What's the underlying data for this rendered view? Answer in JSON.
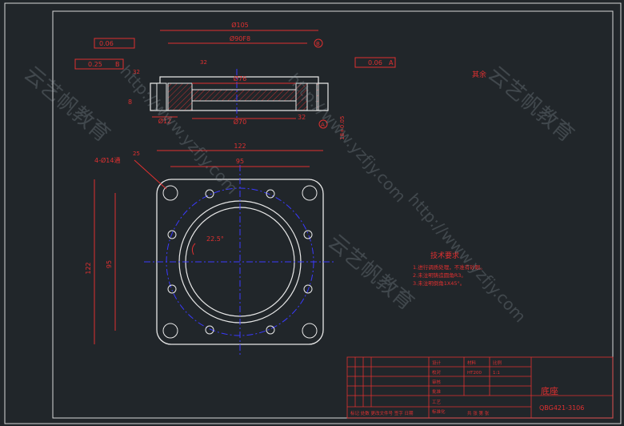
{
  "colors": {
    "background": "#21262a",
    "outline": "#e8e8e8",
    "dimension": "#e03030",
    "center": "#3a3aff",
    "hatch": "#c03030"
  },
  "top_view": {
    "dim_105": "Ø105",
    "dim_90": "Ø90F8",
    "dim_76": "Ø76",
    "dim_70": "Ø70",
    "dim_12": "Ø12",
    "dim_32": "32",
    "dim_8": "8",
    "rough_left": "32",
    "rough_mid": "32",
    "datum": "B",
    "datum_a": "A",
    "flatness": "0.06",
    "perp_b": "0.25",
    "perp_b_datum": "B",
    "parallel": "0.06",
    "parallel_datum": "A",
    "height_tol": "18+0.05"
  },
  "plan_view": {
    "hole_callout": "4-Ø14通",
    "rough": "25",
    "dim_122_top": "122",
    "dim_95_top": "95",
    "dim_122_left": "122",
    "dim_95_left": "95",
    "angle": "22.5°"
  },
  "notes": {
    "title": "技术要求",
    "items": [
      "1.进行调质处理，不准有砂眼。",
      "2.未注明铸造圆角R3。",
      "3.未注明倒角1X45°。"
    ]
  },
  "other_roughness": "其余",
  "title_block": {
    "part_name": "底座",
    "drawing_no": "QBG421-3106",
    "material": "HT200",
    "scale": "1:1",
    "header_material": "材料",
    "header_scale": "比例",
    "r_design": "设计",
    "r_check": "校对",
    "r_review": "审核",
    "r_approve": "批准",
    "r_craft": "工艺",
    "r_std": "标准化",
    "bottom_left": "标记 处数 更改文件号 签字 日期",
    "total": "共 张  第 张"
  },
  "watermarks": [
    "http://www.yzfjy.com",
    "云艺帆教育"
  ]
}
